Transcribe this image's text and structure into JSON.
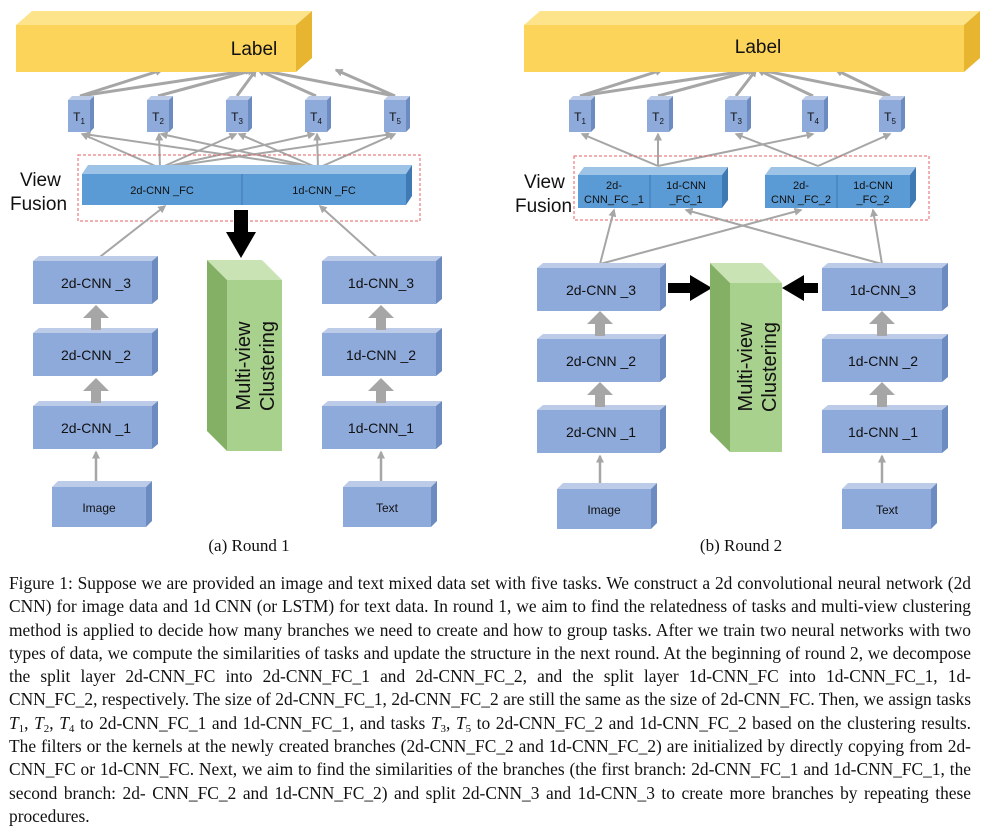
{
  "panel_a": {
    "label": "Label",
    "tasks": [
      "T",
      "T",
      "T",
      "T",
      "T"
    ],
    "task_subs": [
      "1",
      "2",
      "3",
      "4",
      "5"
    ],
    "view_fusion": [
      "View",
      "Fusion"
    ],
    "fc_left": "2d-CNN _FC",
    "fc_right": "1d-CNN _FC",
    "cnn_left": [
      "2d-CNN _3",
      "2d-CNN _2",
      "2d-CNN _1"
    ],
    "cnn_right": [
      "1d-CNN_3",
      "1d-CNN _2",
      "1d-CNN_1"
    ],
    "input_left": "Image",
    "input_right": "Text",
    "clustering": [
      "Multi-view",
      "Clustering"
    ],
    "caption": "(a) Round 1"
  },
  "panel_b": {
    "label": "Label",
    "tasks": [
      "T",
      "T",
      "T",
      "T",
      "T"
    ],
    "task_subs": [
      "1",
      "2",
      "3",
      "4",
      "5"
    ],
    "view_fusion": [
      "View",
      "Fusion"
    ],
    "fc": [
      [
        "2d-",
        "CNN_FC _1"
      ],
      [
        "1d-CNN",
        "_FC_1"
      ],
      [
        "2d-",
        "CNN _FC_2"
      ],
      [
        "1d-CNN",
        "_FC_2"
      ]
    ],
    "cnn_left": [
      "2d-CNN _3",
      "2d-CNN _2",
      "2d-CNN _1"
    ],
    "cnn_right": [
      "1d-CNN_3",
      "1d-CNN _2",
      "1d-CNN _1"
    ],
    "input_left": "Image",
    "input_right": "Text",
    "clustering": [
      "Multi-view",
      "Clustering"
    ],
    "caption": "(b) Round 2"
  },
  "figure_caption": {
    "l1": "Figure 1: Suppose we are provided an image and text mixed data set with five tasks. We construct a 2d convolutional neural",
    "l2": "network (2d CNN) for image data and 1d CNN (or LSTM) for text data. In round 1, we aim to find the relatedness of tasks",
    "l3": "and multi-view clustering method is applied to decide how many branches we need to create and how to group tasks. After",
    "l4": "we train two neural networks with two types of data, we compute the similarities of tasks and update the structure in the next",
    "l5": "round. At the beginning of round 2, we decompose the split layer 2d-CNN_FC into 2d-CNN_FC_1 and 2d-CNN_FC_2, and",
    "l6": "the split layer 1d-CNN_FC into 1d-CNN_FC_1, 1d-CNN_FC_2, respectively. The size of 2d-CNN_FC_1, 2d-CNN_FC_2 are",
    "l7": "still the same as the size of 2d-CNN_FC. Then, we assign tasks",
    "l7_t": [
      "T",
      "T",
      "T"
    ],
    "l7_ts": [
      "1",
      "2",
      "4"
    ],
    "l7_b": "to 2d-CNN_FC_1 and 1d-CNN_FC_1, and tasks",
    "l8_t": [
      "T",
      "T"
    ],
    "l8_ts": [
      "3",
      "5"
    ],
    "l8": "to 2d-CNN_FC_2 and 1d-CNN_FC_2 based on the clustering results. The filters or the kernels at the newly created",
    "l9": "branches (2d-CNN_FC_2 and 1d-CNN_FC_2) are initialized by directly copying from 2d-CNN_FC or 1d-CNN_FC. Next,",
    "l10": "we aim to find the similarities of the branches (the first branch: 2d-CNN_FC_1 and 1d-CNN_FC_1, the second branch: 2d-",
    "l11": "CNN_FC_2 and 1d-CNN_FC_2) and split 2d-CNN_3 and 1d-CNN_3 to create more branches by repeating these procedures."
  },
  "colors": {
    "label_front": "#fcd45a",
    "label_top": "#fde48a",
    "label_side": "#e7b52f",
    "box_front": "#8eaadb",
    "box_top": "#bccbe8",
    "box_side": "#6c8bc0",
    "fc_front": "#5b9bd5",
    "fc_top": "#9dc3e6",
    "fc_side": "#3f7ab5",
    "cluster_front": "#a9d18e",
    "cluster_top": "#c9e3b5",
    "cluster_side": "#84b065",
    "arrow": "#a6a6a6",
    "dashed": "#e46060"
  }
}
